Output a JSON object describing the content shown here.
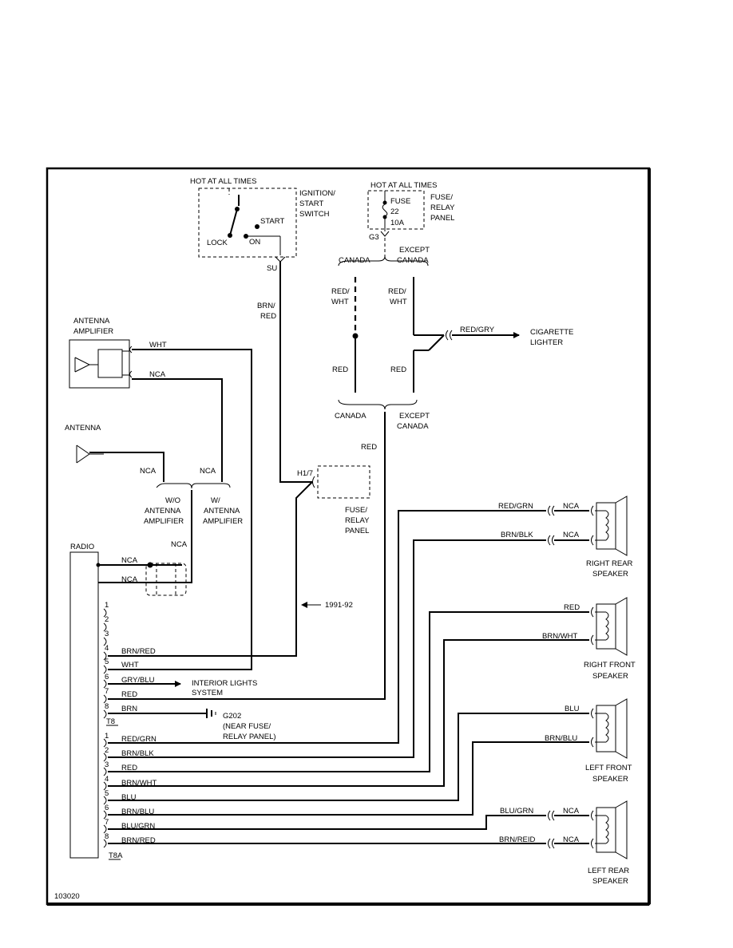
{
  "figure_id": "103020",
  "ignition": {
    "hot": "HOT AT ALL TIMES",
    "name": [
      "IGNITION/",
      "START",
      "SWITCH"
    ],
    "start": "START",
    "lock": "LOCK",
    "on": "ON",
    "terminal": "SU",
    "wire": [
      "BRN/",
      "RED"
    ]
  },
  "fuse_panel_top": {
    "hot": "HOT AT ALL TIMES",
    "fuse": [
      "FUSE",
      "22",
      "10A"
    ],
    "name": [
      "FUSE/",
      "RELAY",
      "PANEL"
    ],
    "terminal": "G3"
  },
  "variants": {
    "canada": "CANADA",
    "except": [
      "EXCEPT",
      "CANADA"
    ]
  },
  "wires": {
    "red_wht": [
      "RED/",
      "WHT"
    ],
    "red": "RED",
    "red_gry": "RED/GRY",
    "wht": "WHT",
    "nca": "NCA",
    "red_grn": "RED/GRN",
    "brn_blk": "BRN/BLK",
    "brn_wht": "BRN/WHT",
    "blu": "BLU",
    "brn_blu": "BRN/BLU",
    "blu_grn": "BLU/GRN",
    "brn_red": "BRN/RED",
    "brn_red_alt": "BRN/REID"
  },
  "cigarette_lighter": [
    "CIGARETTE",
    "LIGHTER"
  ],
  "antenna_amplifier": [
    "ANTENNA",
    "AMPLIFIER"
  ],
  "antenna": "ANTENNA",
  "antenna_options": {
    "without": [
      "W/O",
      "ANTENNA",
      "AMPLIFIER"
    ],
    "with": [
      "W/",
      "ANTENNA",
      "AMPLIFIER"
    ]
  },
  "fuse_panel_mid": {
    "terminal": "H1/7",
    "name": [
      "FUSE/",
      "RELAY",
      "PANEL"
    ]
  },
  "year_note": "1991-92",
  "radio": {
    "label": "RADIO",
    "connector_a": "T8",
    "connector_b": "T8A",
    "t8_pins": [
      {
        "pin": "1",
        "wire": ""
      },
      {
        "pin": "2",
        "wire": ""
      },
      {
        "pin": "3",
        "wire": ""
      },
      {
        "pin": "4",
        "wire": "BRN/RED"
      },
      {
        "pin": "5",
        "wire": "WHT"
      },
      {
        "pin": "6",
        "wire": "GRY/BLU"
      },
      {
        "pin": "7",
        "wire": "RED"
      },
      {
        "pin": "8",
        "wire": "BRN"
      }
    ],
    "t8a_pins": [
      {
        "pin": "1",
        "wire": "RED/GRN"
      },
      {
        "pin": "2",
        "wire": "BRN/BLK"
      },
      {
        "pin": "3",
        "wire": "RED"
      },
      {
        "pin": "4",
        "wire": "BRN/WHT"
      },
      {
        "pin": "5",
        "wire": "BLU"
      },
      {
        "pin": "6",
        "wire": "BRN/BLU"
      },
      {
        "pin": "7",
        "wire": "BLU/GRN"
      },
      {
        "pin": "8",
        "wire": "BRN/RED"
      }
    ]
  },
  "interior_lights": [
    "INTERIOR LIGHTS",
    "SYSTEM"
  ],
  "ground": [
    "G202",
    "(NEAR FUSE/",
    "RELAY PANEL)"
  ],
  "speakers": {
    "right_rear": [
      "RIGHT REAR",
      "SPEAKER"
    ],
    "right_front": [
      "RIGHT FRONT",
      "SPEAKER"
    ],
    "left_front": [
      "LEFT FRONT",
      "SPEAKER"
    ],
    "left_rear": [
      "LEFT REAR",
      "SPEAKER"
    ]
  }
}
